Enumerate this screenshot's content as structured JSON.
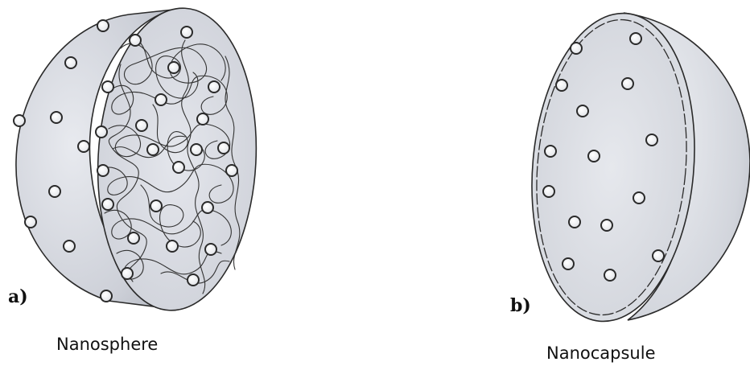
{
  "panels": [
    {
      "letter": "a)",
      "caption": "Nanosphere"
    },
    {
      "letter": "b)",
      "caption": "Nanocapsule"
    }
  ],
  "colors": {
    "shell": "#d3d6dd",
    "shell_light": "#e6e8ee",
    "shell_dark": "#a9adb6",
    "outline": "#2a2a2a",
    "particle_fill": "#ffffff",
    "polymer_line": "#333333"
  },
  "icons": {
    "nanosphere": "hemisphere-with-polymer-matrix",
    "nanocapsule": "hemisphere-with-core-shell"
  }
}
